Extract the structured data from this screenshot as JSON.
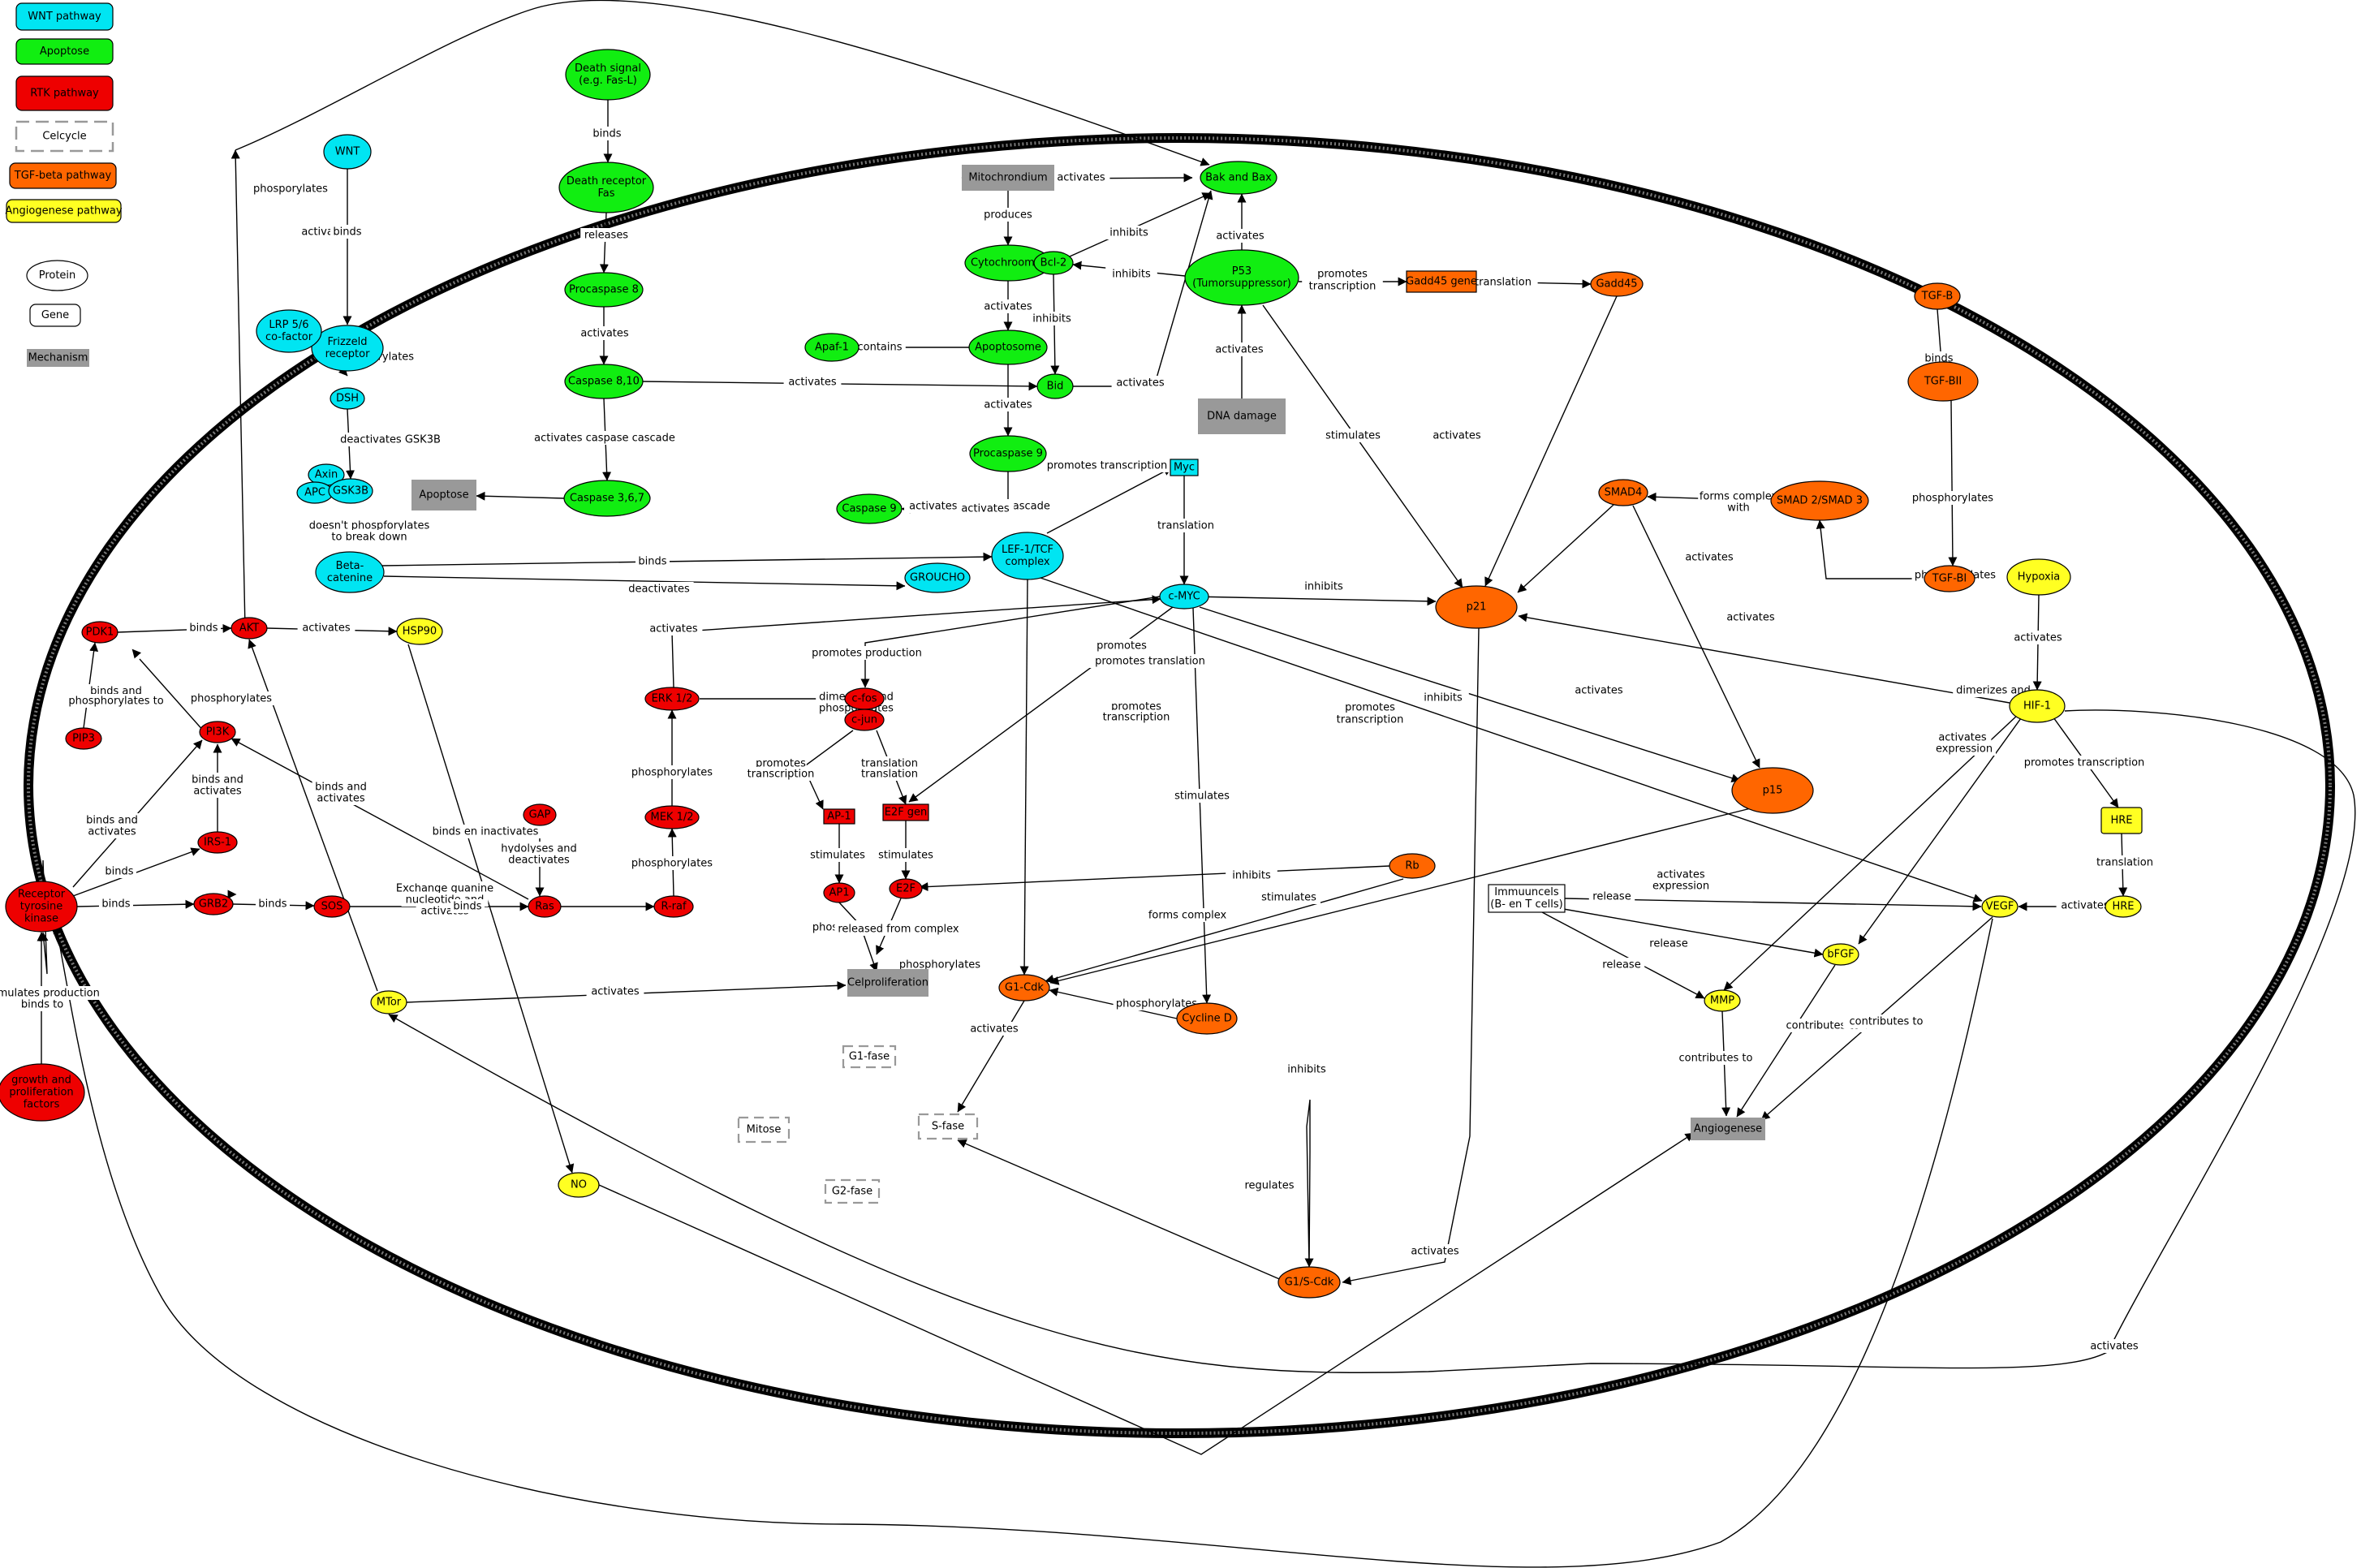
{
  "colors": {
    "wnt": "#00e5f2",
    "apoptose": "#11ee11",
    "rtk": "#ee0000",
    "tgf": "#ff6600",
    "angio": "#ffff22",
    "mechanism": "#999999",
    "white": "#ffffff"
  },
  "legend": [
    {
      "label": "WNT pathway",
      "color": "wnt"
    },
    {
      "label": "Apoptose",
      "color": "apoptose"
    },
    {
      "label": "RTK pathway",
      "color": "rtk"
    },
    {
      "label": "Celcycle",
      "color": "white",
      "dashed": true
    },
    {
      "label": "TGF-beta pathway",
      "color": "tgf"
    },
    {
      "label": "Angiogenese pathway",
      "color": "angio"
    },
    {
      "label": "Protein",
      "color": "white",
      "shape": "ellipse"
    },
    {
      "label": "Gene",
      "color": "white",
      "shape": "gene"
    },
    {
      "label": "Mechanism",
      "color": "mechanism",
      "shape": "mech"
    }
  ],
  "nodes": [
    {
      "id": "wnt",
      "lines": [
        "WNT"
      ],
      "color": "wnt",
      "shape": "ellipse"
    },
    {
      "id": "frizzled",
      "lines": [
        "Frizzeld",
        "receptor"
      ],
      "color": "wnt",
      "shape": "ellipse"
    },
    {
      "id": "lrp",
      "lines": [
        "LRP 5/6",
        "co-factor"
      ],
      "color": "wnt",
      "shape": "ellipse"
    },
    {
      "id": "dsh",
      "lines": [
        "DSH"
      ],
      "color": "wnt",
      "shape": "ellipse"
    },
    {
      "id": "axin",
      "lines": [
        "Axin"
      ],
      "color": "wnt",
      "shape": "ellipse"
    },
    {
      "id": "apc",
      "lines": [
        "APC"
      ],
      "color": "wnt",
      "shape": "ellipse"
    },
    {
      "id": "gsk3b",
      "lines": [
        "GSK3B"
      ],
      "color": "wnt",
      "shape": "ellipse"
    },
    {
      "id": "betacat",
      "lines": [
        "Beta-",
        "catenine"
      ],
      "color": "wnt",
      "shape": "ellipse"
    },
    {
      "id": "lef",
      "lines": [
        "LEF-1/TCF",
        "complex"
      ],
      "color": "wnt",
      "shape": "ellipse"
    },
    {
      "id": "groucho",
      "lines": [
        "GROUCHO"
      ],
      "color": "wnt",
      "shape": "ellipse"
    },
    {
      "id": "myc",
      "lines": [
        "Myc"
      ],
      "color": "wnt",
      "shape": "gene"
    },
    {
      "id": "cmyc",
      "lines": [
        "c-MYC"
      ],
      "color": "wnt",
      "shape": "ellipse"
    },
    {
      "id": "deathsignal",
      "lines": [
        "Death signal",
        "(e.g. Fas-L)"
      ],
      "color": "apoptose",
      "shape": "ellipse"
    },
    {
      "id": "deathrec",
      "lines": [
        "Death receptor",
        "Fas"
      ],
      "color": "apoptose",
      "shape": "ellipse"
    },
    {
      "id": "procasp8",
      "lines": [
        "Procaspase 8"
      ],
      "color": "apoptose",
      "shape": "ellipse"
    },
    {
      "id": "casp810",
      "lines": [
        "Caspase 8,10"
      ],
      "color": "apoptose",
      "shape": "ellipse"
    },
    {
      "id": "casp367",
      "lines": [
        "Caspase 3,6,7"
      ],
      "color": "apoptose",
      "shape": "ellipse"
    },
    {
      "id": "apoptose",
      "lines": [
        "Apoptose"
      ],
      "color": "mechanism",
      "shape": "mech"
    },
    {
      "id": "mito",
      "lines": [
        "Mitochrondium"
      ],
      "color": "mechanism",
      "shape": "mech"
    },
    {
      "id": "cytc",
      "lines": [
        "Cytochroom C"
      ],
      "color": "apoptose",
      "shape": "ellipse"
    },
    {
      "id": "apoptosome",
      "lines": [
        "Apoptosome"
      ],
      "color": "apoptose",
      "shape": "ellipse"
    },
    {
      "id": "apaf",
      "lines": [
        "Apaf-1"
      ],
      "color": "apoptose",
      "shape": "ellipse"
    },
    {
      "id": "procasp9",
      "lines": [
        "Procaspase 9"
      ],
      "color": "apoptose",
      "shape": "ellipse"
    },
    {
      "id": "casp9",
      "lines": [
        "Caspase 9"
      ],
      "color": "apoptose",
      "shape": "ellipse"
    },
    {
      "id": "bcl2",
      "lines": [
        "Bcl-2"
      ],
      "color": "apoptose",
      "shape": "ellipse"
    },
    {
      "id": "bid",
      "lines": [
        "Bid"
      ],
      "color": "apoptose",
      "shape": "ellipse"
    },
    {
      "id": "bakbax",
      "lines": [
        "Bak and Bax"
      ],
      "color": "apoptose",
      "shape": "ellipse"
    },
    {
      "id": "p53",
      "lines": [
        "P53",
        "(Tumorsuppressor)"
      ],
      "color": "apoptose",
      "shape": "ellipse"
    },
    {
      "id": "dnadamage",
      "lines": [
        "DNA damage"
      ],
      "color": "mechanism",
      "shape": "mech"
    },
    {
      "id": "gadd45gene",
      "lines": [
        "Gadd45 gene"
      ],
      "color": "tgf",
      "shape": "gene"
    },
    {
      "id": "gadd45",
      "lines": [
        "Gadd45"
      ],
      "color": "tgf",
      "shape": "ellipse"
    },
    {
      "id": "tgfb",
      "lines": [
        "TGF-B"
      ],
      "color": "tgf",
      "shape": "ellipse"
    },
    {
      "id": "tgfbii",
      "lines": [
        "TGF-BII"
      ],
      "color": "tgf",
      "shape": "ellipse"
    },
    {
      "id": "tgfbi",
      "lines": [
        "TGF-BI"
      ],
      "color": "tgf",
      "shape": "ellipse"
    },
    {
      "id": "smad23",
      "lines": [
        "SMAD 2/SMAD 3"
      ],
      "color": "tgf",
      "shape": "ellipse"
    },
    {
      "id": "smad4",
      "lines": [
        "SMAD4"
      ],
      "color": "tgf",
      "shape": "ellipse"
    },
    {
      "id": "p21",
      "lines": [
        "p21"
      ],
      "color": "tgf",
      "shape": "ellipse"
    },
    {
      "id": "p15",
      "lines": [
        "p15"
      ],
      "color": "tgf",
      "shape": "ellipse"
    },
    {
      "id": "rb",
      "lines": [
        "Rb"
      ],
      "color": "tgf",
      "shape": "ellipse"
    },
    {
      "id": "g1cdk",
      "lines": [
        "G1-Cdk"
      ],
      "color": "tgf",
      "shape": "ellipse"
    },
    {
      "id": "cyclind",
      "lines": [
        "Cycline D"
      ],
      "color": "tgf",
      "shape": "ellipse"
    },
    {
      "id": "g1scdk",
      "lines": [
        "G1/S-Cdk"
      ],
      "color": "tgf",
      "shape": "ellipse"
    },
    {
      "id": "hypoxia",
      "lines": [
        "Hypoxia"
      ],
      "color": "angio",
      "shape": "ellipse"
    },
    {
      "id": "hif1",
      "lines": [
        "HIF-1"
      ],
      "color": "angio",
      "shape": "ellipse"
    },
    {
      "id": "hregene",
      "lines": [
        "HRE"
      ],
      "color": "angio",
      "shape": "gene"
    },
    {
      "id": "hre",
      "lines": [
        "HRE"
      ],
      "color": "angio",
      "shape": "ellipse"
    },
    {
      "id": "vegf",
      "lines": [
        "VEGF"
      ],
      "color": "angio",
      "shape": "ellipse"
    },
    {
      "id": "bfgf",
      "lines": [
        "bFGF"
      ],
      "color": "angio",
      "shape": "ellipse"
    },
    {
      "id": "mmp",
      "lines": [
        "MMP"
      ],
      "color": "angio",
      "shape": "ellipse"
    },
    {
      "id": "immune",
      "lines": [
        "Immuuncels",
        "(B- en T cells)"
      ],
      "color": "white",
      "shape": "gene"
    },
    {
      "id": "angiogenese",
      "lines": [
        "Angiogenese"
      ],
      "color": "mechanism",
      "shape": "mech"
    },
    {
      "id": "mtor",
      "lines": [
        "MTor"
      ],
      "color": "angio",
      "shape": "ellipse"
    },
    {
      "id": "hsp90",
      "lines": [
        "HSP90"
      ],
      "color": "angio",
      "shape": "ellipse"
    },
    {
      "id": "no",
      "lines": [
        "NO"
      ],
      "color": "angio",
      "shape": "ellipse"
    },
    {
      "id": "pdk1",
      "lines": [
        "PDK1"
      ],
      "color": "rtk",
      "shape": "ellipse"
    },
    {
      "id": "akt",
      "lines": [
        "AKT"
      ],
      "color": "rtk",
      "shape": "ellipse"
    },
    {
      "id": "pip3",
      "lines": [
        "PIP3"
      ],
      "color": "rtk",
      "shape": "ellipse"
    },
    {
      "id": "pi3k",
      "lines": [
        "PI3K"
      ],
      "color": "rtk",
      "shape": "ellipse"
    },
    {
      "id": "irs1",
      "lines": [
        "IRS-1"
      ],
      "color": "rtk",
      "shape": "ellipse"
    },
    {
      "id": "grb2",
      "lines": [
        "GRB2"
      ],
      "color": "rtk",
      "shape": "ellipse"
    },
    {
      "id": "sos",
      "lines": [
        "SOS"
      ],
      "color": "rtk",
      "shape": "ellipse"
    },
    {
      "id": "gap",
      "lines": [
        "GAP"
      ],
      "color": "rtk",
      "shape": "ellipse"
    },
    {
      "id": "ras",
      "lines": [
        "Ras"
      ],
      "color": "rtk",
      "shape": "ellipse"
    },
    {
      "id": "raf",
      "lines": [
        "R-raf"
      ],
      "color": "rtk",
      "shape": "ellipse"
    },
    {
      "id": "mek",
      "lines": [
        "MEK 1/2"
      ],
      "color": "rtk",
      "shape": "ellipse"
    },
    {
      "id": "erk",
      "lines": [
        "ERK 1/2"
      ],
      "color": "rtk",
      "shape": "ellipse"
    },
    {
      "id": "cfos",
      "lines": [
        "c-fos"
      ],
      "color": "rtk",
      "shape": "ellipse"
    },
    {
      "id": "cjun",
      "lines": [
        "c-jun"
      ],
      "color": "rtk",
      "shape": "ellipse"
    },
    {
      "id": "ap1gene",
      "lines": [
        "AP-1"
      ],
      "color": "rtk",
      "shape": "gene"
    },
    {
      "id": "ap1",
      "lines": [
        "AP1"
      ],
      "color": "rtk",
      "shape": "ellipse"
    },
    {
      "id": "e2fgene",
      "lines": [
        "E2F gen"
      ],
      "color": "rtk",
      "shape": "gene"
    },
    {
      "id": "e2f",
      "lines": [
        "E2F"
      ],
      "color": "rtk",
      "shape": "ellipse"
    },
    {
      "id": "rtk",
      "lines": [
        "Receptor",
        "tyrosine",
        "kinase"
      ],
      "color": "rtk",
      "shape": "ellipse"
    },
    {
      "id": "growth",
      "lines": [
        "growth and",
        "proliferation",
        "factors"
      ],
      "color": "rtk",
      "shape": "ellipse"
    },
    {
      "id": "celprolif",
      "lines": [
        "Celproliferation"
      ],
      "color": "mechanism",
      "shape": "mech"
    },
    {
      "id": "g1fase",
      "lines": [
        "G1-fase"
      ],
      "color": "white",
      "shape": "dashed"
    },
    {
      "id": "sfase",
      "lines": [
        "S-fase"
      ],
      "color": "white",
      "shape": "dashed"
    },
    {
      "id": "g2fase",
      "lines": [
        "G2-fase"
      ],
      "color": "white",
      "shape": "dashed"
    },
    {
      "id": "mitose",
      "lines": [
        "Mitose"
      ],
      "color": "white",
      "shape": "dashed"
    }
  ],
  "edge_labels": [
    "binds",
    "releases",
    "activates",
    "activates caspase cascade",
    "activates",
    "binds",
    "phosphorylates",
    "deactivates GSK3B",
    "doesn't phospforylates",
    "to break down",
    "binds",
    "deactivates",
    "produces",
    "activates",
    "contains",
    "activates",
    "activates",
    "activates caspase cascade",
    "activates",
    "activates",
    "inhibits",
    "inhibits",
    "inhibits",
    "activates",
    "activates",
    "activates",
    "promotes",
    "transcription",
    "translation",
    "stimulates",
    "activates",
    "promotes transcription",
    "translation",
    "inhibits",
    "promotes production",
    "promotes",
    "production",
    "promotes translation",
    "stimulates",
    "inhibits",
    "binds",
    "phosphorylates",
    "forms complex",
    "with",
    "phosphorylates",
    "activates",
    "activates",
    "activates",
    "promotes",
    "transcription",
    "activates",
    "promotes transcription",
    "activates",
    "expression",
    "activates",
    "expression",
    "translation",
    "activates",
    "release",
    "release",
    "release",
    "contributes to",
    "contributes to",
    "contributes to",
    "binds",
    "activates",
    "binds and",
    "phosphorylates to",
    "phosphorylates",
    "binds and",
    "activates",
    "binds and",
    "activates",
    "binds and",
    "activates",
    "binds",
    "binds",
    "binds",
    "Exchange guanine",
    "nucleotide and",
    "activates",
    "hydolyses and",
    "deactivates",
    "binds",
    "phosphorylates",
    "phosphorylates",
    "activates",
    "dimerizes and",
    "phosporylates",
    "promotes",
    "transcription",
    "promotes",
    "transcription",
    "translation",
    "translation",
    "stimulates",
    "stimulates",
    "phosphorylates",
    "released from complex",
    "phosphorylates",
    "inhibits",
    "forms complex",
    "stimulates",
    "phosphorylates",
    "activates",
    "inhibits",
    "regulates",
    "activates",
    "activates",
    "binds en inactivates",
    "dimerizes and",
    "phosporylates",
    "stimulates production",
    "binds to",
    "activates"
  ]
}
